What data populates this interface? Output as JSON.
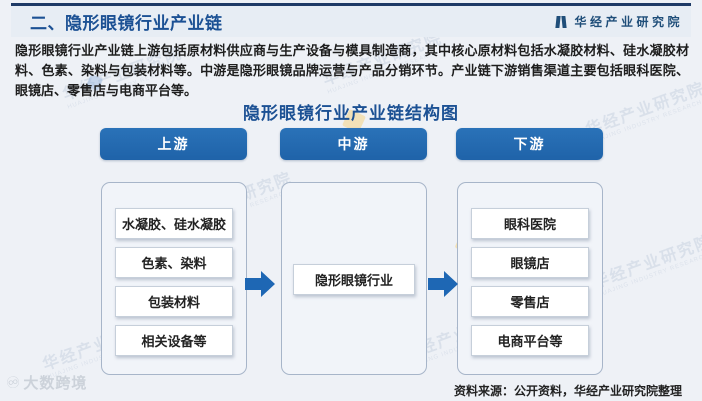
{
  "header": {
    "section_title": "二、隐形眼镜行业产业链",
    "brand": "华经产业研究院"
  },
  "intro": {
    "text": "隐形眼镜行业产业链上游包括原材料供应商与生产设备与模具制造商，其中核心原材料包括水凝胶材料、硅水凝胶材料、色素、染料与包装材料等。中游是隐形眼镜品牌运营与产品分销环节。产业链下游销售渠道主要包括眼科医院、眼镜店、零售店与电商平台等。"
  },
  "diagram": {
    "title": "隐形眼镜行业产业链结构图",
    "columns": [
      {
        "header": "上游",
        "items": [
          "水凝胶、硅水凝胶",
          "色素、染料",
          "包装材料",
          "相关设备等"
        ]
      },
      {
        "header": "中游",
        "items": [
          "隐形眼镜行业"
        ]
      },
      {
        "header": "下游",
        "items": [
          "眼科医院",
          "眼镜店",
          "零售店",
          "电商平台等"
        ]
      }
    ]
  },
  "footer": {
    "source": "资料来源：公开资料，华经产业研究院整理"
  },
  "watermark": {
    "diagonal_text": "华经产业研究院",
    "diagonal_subtext": "HUAJING INDUSTRY RESEARCH",
    "corner_logo": "大数跨境",
    "corner_icon": "♾"
  },
  "colors": {
    "accent_blue": "#2268b0",
    "header_bar_navy": "#1e3a66",
    "title_blue": "#1c5194",
    "page_background": "#eef1f6"
  }
}
